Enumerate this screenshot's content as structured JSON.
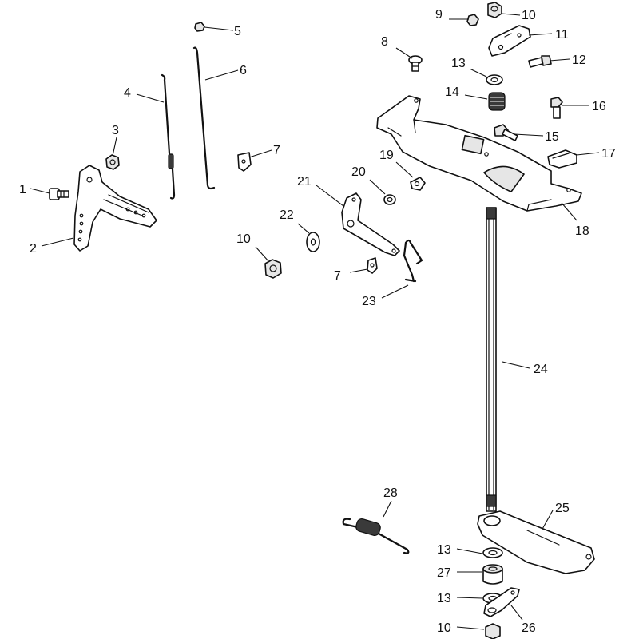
{
  "callouts": [
    {
      "id": "c1",
      "label": "1"
    },
    {
      "id": "c2",
      "label": "2"
    },
    {
      "id": "c3",
      "label": "3"
    },
    {
      "id": "c4",
      "label": "4"
    },
    {
      "id": "c5",
      "label": "5"
    },
    {
      "id": "c6",
      "label": "6"
    },
    {
      "id": "c7a",
      "label": "7"
    },
    {
      "id": "c7b",
      "label": "7"
    },
    {
      "id": "c8",
      "label": "8"
    },
    {
      "id": "c9",
      "label": "9"
    },
    {
      "id": "c10a",
      "label": "10"
    },
    {
      "id": "c10b",
      "label": "10"
    },
    {
      "id": "c10c",
      "label": "10"
    },
    {
      "id": "c11",
      "label": "11"
    },
    {
      "id": "c12",
      "label": "12"
    },
    {
      "id": "c13a",
      "label": "13"
    },
    {
      "id": "c13b",
      "label": "13"
    },
    {
      "id": "c13c",
      "label": "13"
    },
    {
      "id": "c14",
      "label": "14"
    },
    {
      "id": "c15",
      "label": "15"
    },
    {
      "id": "c16",
      "label": "16"
    },
    {
      "id": "c17",
      "label": "17"
    },
    {
      "id": "c18",
      "label": "18"
    },
    {
      "id": "c19",
      "label": "19"
    },
    {
      "id": "c20",
      "label": "20"
    },
    {
      "id": "c21",
      "label": "21"
    },
    {
      "id": "c22",
      "label": "22"
    },
    {
      "id": "c23",
      "label": "23"
    },
    {
      "id": "c24",
      "label": "24"
    },
    {
      "id": "c25",
      "label": "25"
    },
    {
      "id": "c26",
      "label": "26"
    },
    {
      "id": "c27",
      "label": "27"
    },
    {
      "id": "c28",
      "label": "28"
    }
  ]
}
